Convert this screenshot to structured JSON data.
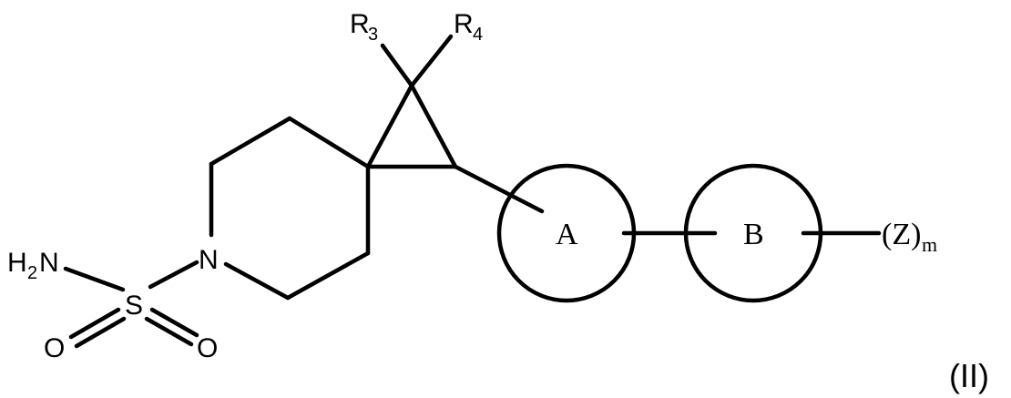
{
  "labels": {
    "r3_main": "R",
    "r3_sub": "3",
    "r4_main": "R",
    "r4_sub": "4",
    "nh2_h": "H",
    "nh2_sub": "2",
    "nh2_n": "N",
    "n_ring": "N",
    "sulfur": "S",
    "oxygen_left": "O",
    "oxygen_right": "O",
    "ring_a": "A",
    "ring_b": "B",
    "z_main": "(Z)",
    "z_sub": "m",
    "formula_number": "(II)"
  }
}
